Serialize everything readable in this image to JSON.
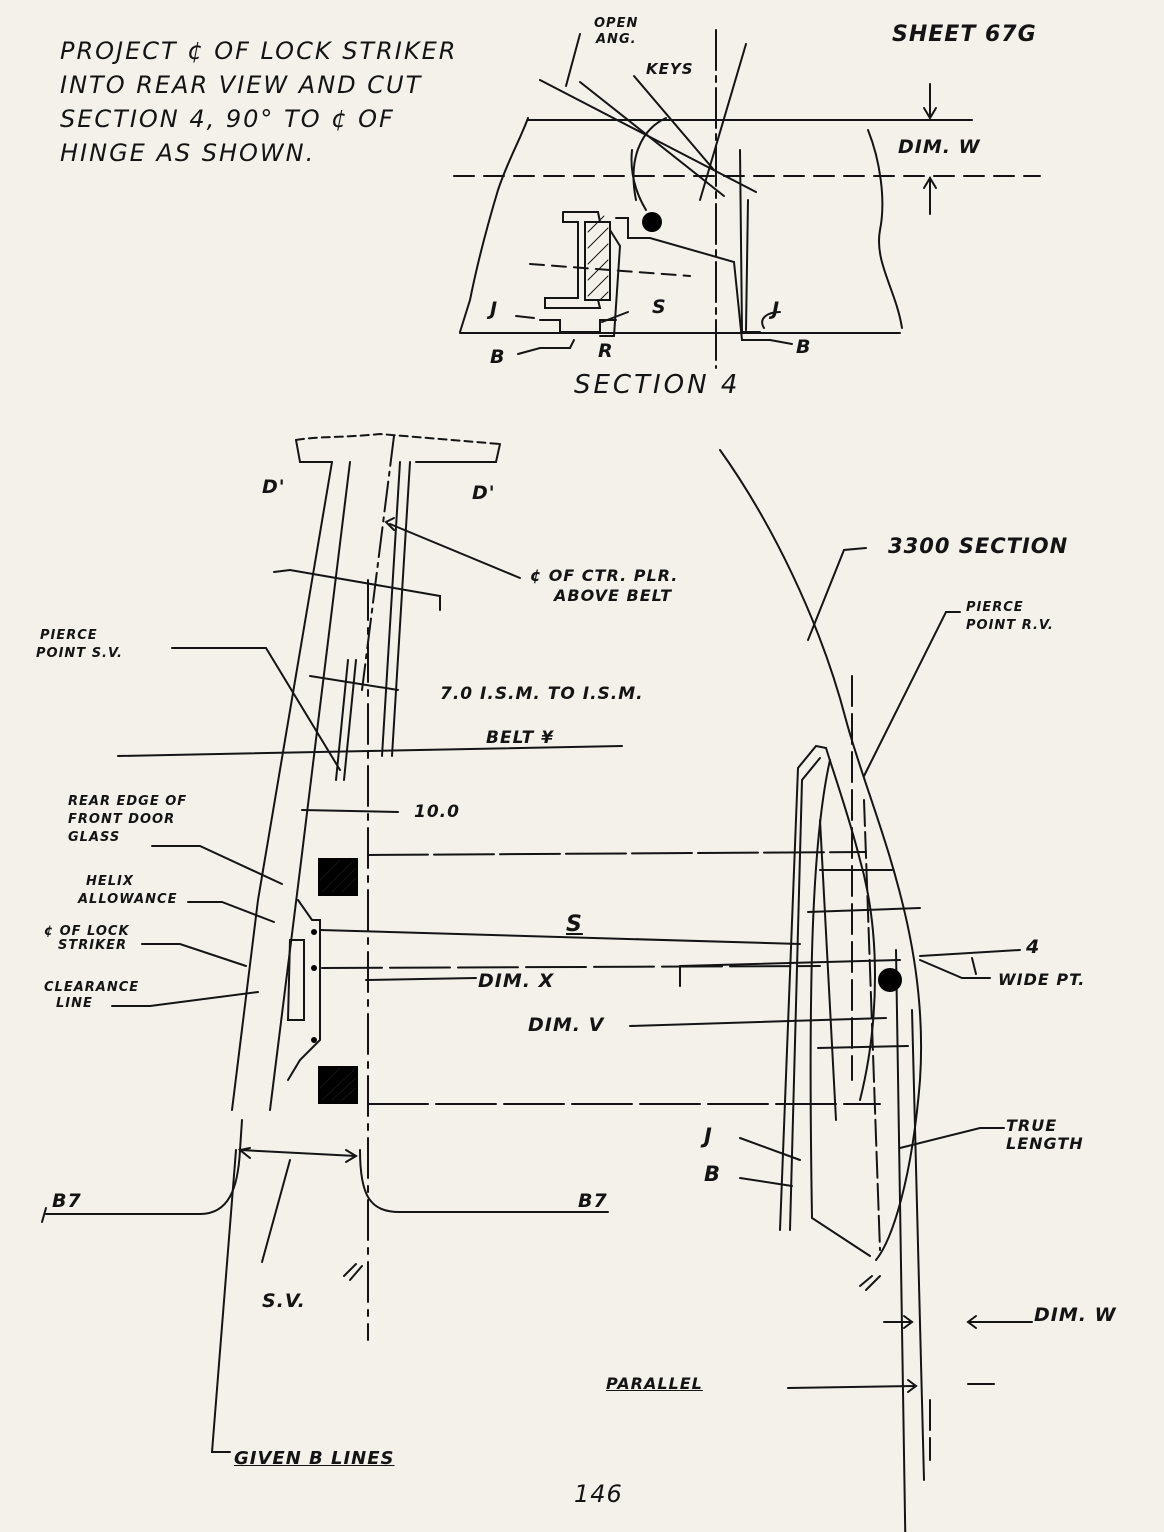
{
  "sheet_id": "SHEET 67g",
  "note_lines": [
    "PROJECT ¢ OF LOCK STRIKER",
    "INTO REAR VIEW AND CUT",
    "SECTION 4, 90° TO ¢ OF",
    "HINGE AS SHOWN."
  ],
  "section4": {
    "title": "SECTION 4",
    "open_ang": [
      "OPEN",
      "ANG."
    ],
    "keys": "KEYS",
    "dim_w": "DIM. W",
    "j_left": "J",
    "j_right": "J",
    "s": "S",
    "b_left": "B",
    "r": "R",
    "b_right": "B"
  },
  "side_view": {
    "d_left": "D'",
    "d_right": "D'",
    "ctr_plr_1": "¢ OF CTR. PLR.",
    "ctr_plr_2": "ABOVE BELT",
    "pierce_sv_1": "PIERCE",
    "pierce_sv_2": "POINT S.V.",
    "ism": "7.0 I.S.M. TO I.S.M.",
    "belt": "BELT ¥",
    "dim_10": "10.0",
    "rear_edge_1": "REAR EDGE OF",
    "rear_edge_2": "FRONT DOOR",
    "rear_edge_3": "GLASS",
    "helix_1": "HELIX",
    "helix_2": "ALLOWANCE",
    "lock_1": "¢ OF LOCK",
    "lock_2": "STRIKER",
    "clear_1": "CLEARANCE",
    "clear_2": "LINE",
    "s_mark": "S",
    "dim_x": "DIM. X",
    "dim_v": "DIM. V",
    "b7_left": "B7",
    "b7_right": "B7",
    "sv": "S.V.",
    "given": "GIVEN B LINES"
  },
  "rear_view": {
    "section_3300": "3300 SECTION",
    "pierce_rv_1": "PIERCE",
    "pierce_rv_2": "POINT R.V.",
    "four": "4",
    "wide_pt": "WIDE PT.",
    "true_1": "TRUE",
    "true_2": "LENGTH",
    "j": "J",
    "b": "B",
    "dim_w": "DIM. W",
    "parallel": "PARALLEL"
  },
  "page_number": "146"
}
